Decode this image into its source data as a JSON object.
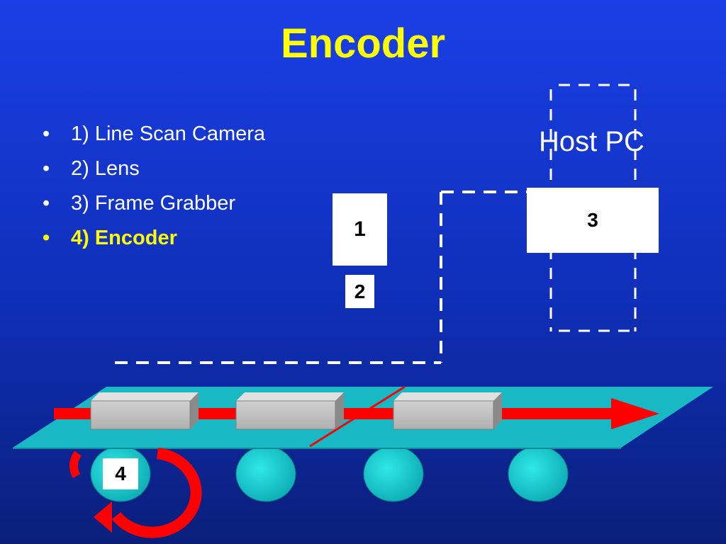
{
  "title": "Encoder",
  "bullets": [
    {
      "text": "1) Line Scan Camera",
      "active": false
    },
    {
      "text": "2) Lens",
      "active": false
    },
    {
      "text": "3) Frame Grabber",
      "active": false
    },
    {
      "text": "4) Encoder",
      "active": true
    }
  ],
  "host_pc_label": "Host PC",
  "boxes": {
    "camera": "1",
    "lens": "2",
    "frame_grabber": "3",
    "encoder": "4"
  },
  "colors": {
    "title": "#ffff00",
    "highlight": "#ffff00",
    "conveyor": "#18b8c4",
    "arrow": "#ff0000",
    "rollers": "#10c8c8"
  }
}
